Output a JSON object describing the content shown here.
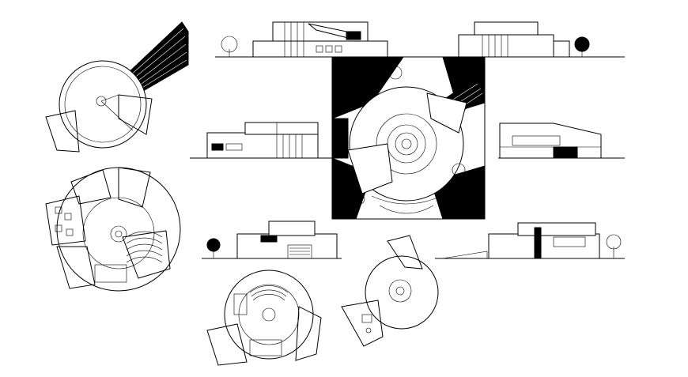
{
  "drawing": {
    "description_text": "",
    "colors": {
      "line": "#000000",
      "background": "#ffffff"
    }
  },
  "views": {
    "plan_top_left": {
      "kind": "floor-plan"
    },
    "plan_middle_left": {
      "kind": "floor-plan"
    },
    "plan_bottom_center": {
      "kind": "floor-plan"
    },
    "plan_bottom_small": {
      "kind": "floor-plan"
    },
    "site_plan": {
      "kind": "site-plan"
    },
    "elevation_top_1": {
      "kind": "elevation"
    },
    "elevation_top_2": {
      "kind": "elevation"
    },
    "elevation_mid_left": {
      "kind": "elevation"
    },
    "elevation_mid_right": {
      "kind": "elevation"
    },
    "section_bottom_left": {
      "kind": "section"
    },
    "section_bottom_right": {
      "kind": "section"
    }
  }
}
